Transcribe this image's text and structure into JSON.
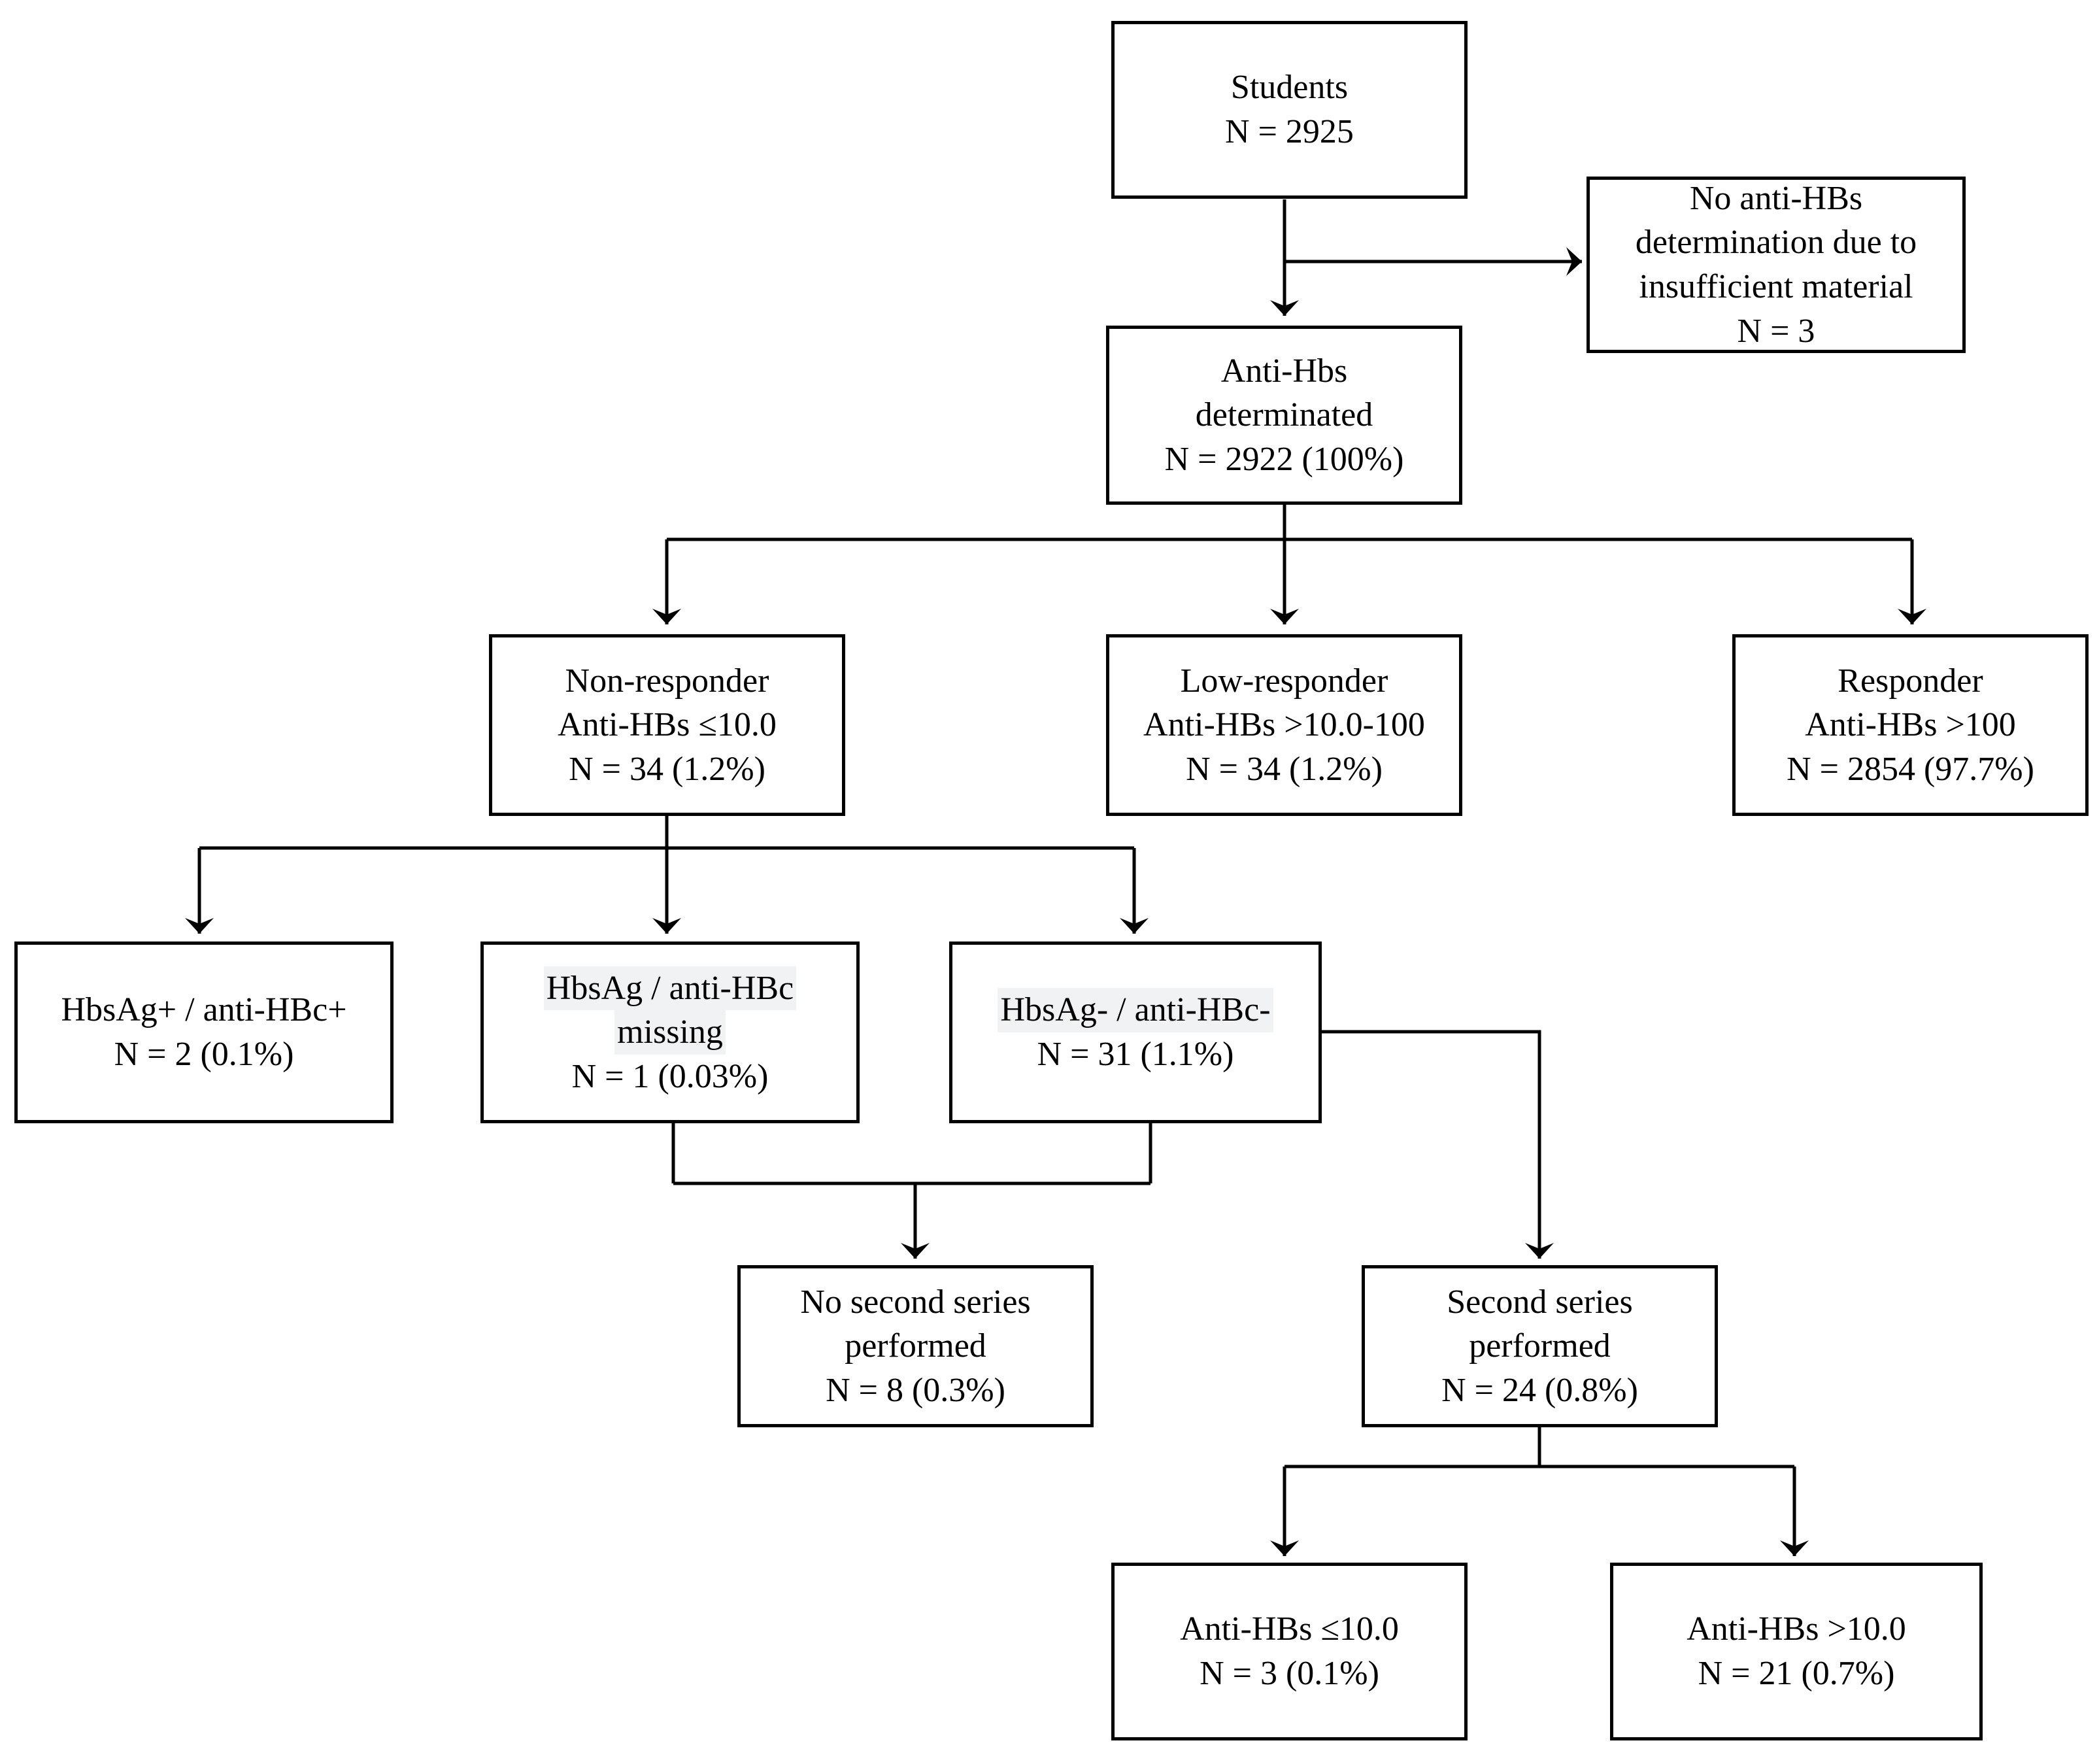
{
  "diagram": {
    "type": "flowchart",
    "title": "Hepatitis B anti-HBs serology study flow",
    "background_color": "#ffffff",
    "line_color": "#000000",
    "highlight_color": "#f1f2f4"
  },
  "nodes": [
    {
      "id": "students",
      "name": "students-box",
      "lines": [
        "Students",
        "N = 2925"
      ],
      "highlight": [
        false,
        false
      ]
    },
    {
      "id": "no-determination",
      "name": "no-determination-box",
      "lines": [
        "No anti-HBs",
        "determination due to",
        "insufficient material",
        "N = 3"
      ],
      "highlight": [
        false,
        false,
        false,
        false
      ]
    },
    {
      "id": "determinated",
      "name": "anti-hbs-determinated-box",
      "lines": [
        "Anti-Hbs",
        "determinated",
        "N = 2922 (100%)"
      ],
      "highlight": [
        false,
        false,
        false
      ]
    },
    {
      "id": "non-responder",
      "name": "non-responder-box",
      "lines": [
        "Non-responder",
        "Anti-HBs ≤10.0",
        "N = 34 (1.2%)"
      ],
      "highlight": [
        false,
        false,
        false
      ]
    },
    {
      "id": "low-responder",
      "name": "low-responder-box",
      "lines": [
        "Low-responder",
        "Anti-HBs >10.0-100",
        "N = 34 (1.2%)"
      ],
      "highlight": [
        false,
        false,
        false
      ]
    },
    {
      "id": "responder",
      "name": "responder-box",
      "lines": [
        "Responder",
        "Anti-HBs >100",
        "N = 2854 (97.7%)"
      ],
      "highlight": [
        false,
        false,
        false
      ]
    },
    {
      "id": "hbsag-pos",
      "name": "hbsag-positive-box",
      "lines": [
        "HbsAg+ / anti-HBc+",
        "N = 2 (0.1%)"
      ],
      "highlight": [
        false,
        false
      ]
    },
    {
      "id": "hbsag-missing",
      "name": "hbsag-missing-box",
      "lines": [
        "HbsAg / anti-HBc",
        "missing",
        "N = 1 (0.03%)"
      ],
      "highlight": [
        true,
        true,
        false
      ]
    },
    {
      "id": "hbsag-neg",
      "name": "hbsag-negative-box",
      "lines": [
        "HbsAg- / anti-HBc-",
        "N = 31 (1.1%)"
      ],
      "highlight": [
        true,
        false
      ]
    },
    {
      "id": "no-second-series",
      "name": "no-second-series-box",
      "lines": [
        "No second series",
        "performed",
        "N = 8 (0.3%)"
      ],
      "highlight": [
        false,
        false,
        false
      ]
    },
    {
      "id": "second-series",
      "name": "second-series-box",
      "lines": [
        "Second series",
        "performed",
        "N = 24 (0.8%)"
      ],
      "highlight": [
        false,
        false,
        false
      ]
    },
    {
      "id": "second-low",
      "name": "second-anti-hbs-low-box",
      "lines": [
        "Anti-HBs ≤10.0",
        "N = 3 (0.1%)"
      ],
      "highlight": [
        false,
        false
      ]
    },
    {
      "id": "second-high",
      "name": "second-anti-hbs-high-box",
      "lines": [
        "Anti-HBs >10.0",
        "N = 21 (0.7%)"
      ],
      "highlight": [
        false,
        false
      ]
    }
  ],
  "edges": [
    {
      "from": "students",
      "to": "determinated",
      "name": "edge-students-to-determinated",
      "arrow": "down"
    },
    {
      "from": "students",
      "to": "no-determination",
      "name": "edge-students-to-no-determination",
      "arrow": "right"
    },
    {
      "from": "determinated",
      "to": "non-responder",
      "name": "edge-determinated-to-non-responder",
      "arrow": "down"
    },
    {
      "from": "determinated",
      "to": "low-responder",
      "name": "edge-determinated-to-low-responder",
      "arrow": "down"
    },
    {
      "from": "determinated",
      "to": "responder",
      "name": "edge-determinated-to-responder",
      "arrow": "down"
    },
    {
      "from": "non-responder",
      "to": "hbsag-pos",
      "name": "edge-non-responder-to-hbsag-pos",
      "arrow": "down"
    },
    {
      "from": "non-responder",
      "to": "hbsag-missing",
      "name": "edge-non-responder-to-hbsag-missing",
      "arrow": "down"
    },
    {
      "from": "non-responder",
      "to": "hbsag-neg",
      "name": "edge-non-responder-to-hbsag-neg",
      "arrow": "down"
    },
    {
      "from": "hbsag-missing",
      "to": "no-second-series",
      "name": "edge-hbsag-missing-to-no-second-series",
      "arrow": "down"
    },
    {
      "from": "hbsag-neg",
      "to": "no-second-series",
      "name": "edge-hbsag-neg-to-no-second-series",
      "arrow": "down"
    },
    {
      "from": "hbsag-neg",
      "to": "second-series",
      "name": "edge-hbsag-neg-to-second-series",
      "arrow": "down"
    },
    {
      "from": "second-series",
      "to": "second-low",
      "name": "edge-second-series-to-low",
      "arrow": "down"
    },
    {
      "from": "second-series",
      "to": "second-high",
      "name": "edge-second-series-to-high",
      "arrow": "down"
    }
  ]
}
